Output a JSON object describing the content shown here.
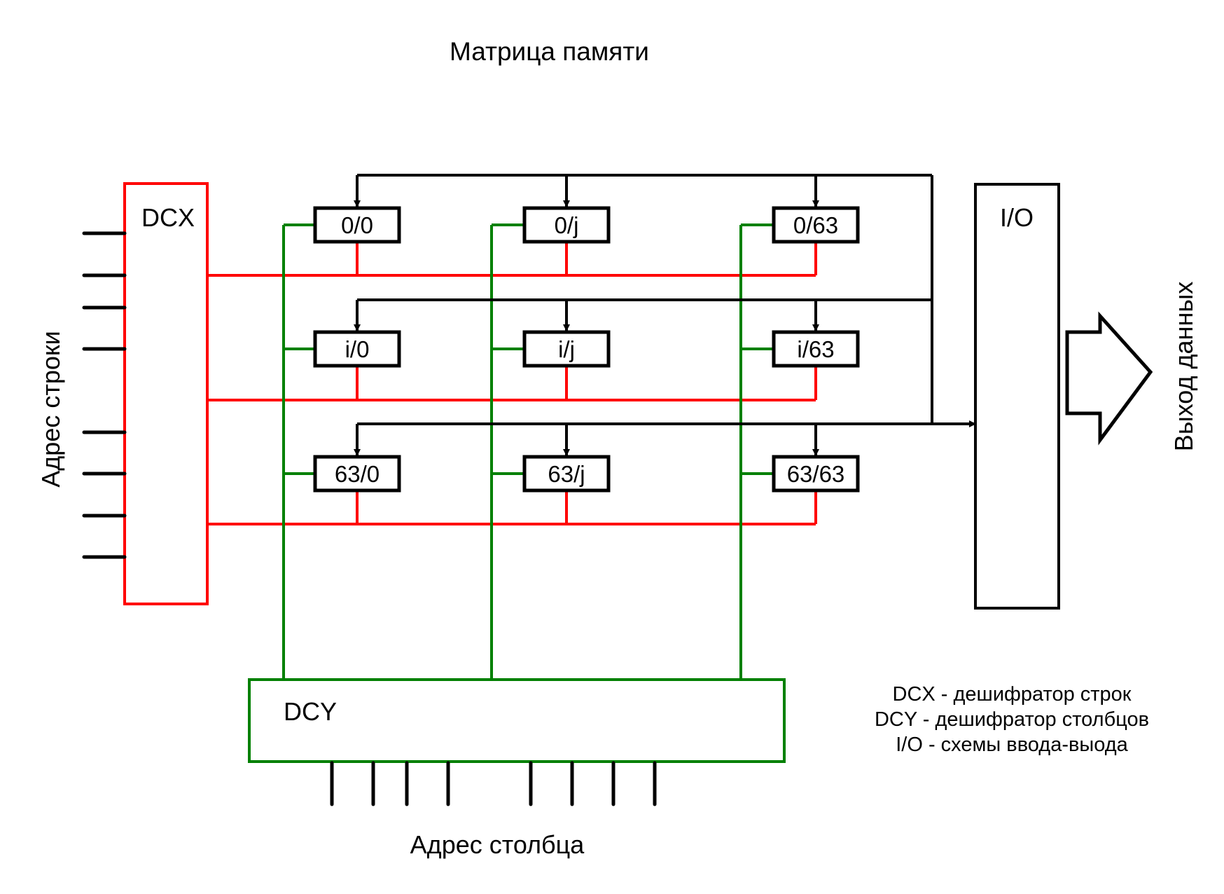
{
  "title": "Матрица памяти",
  "colors": {
    "row_decoder": "#ff0000",
    "column_decoder": "#008000",
    "data_bus": "#000000"
  },
  "dcx": {
    "label": "DCX",
    "input_count": 8
  },
  "dcy": {
    "label": "DCY",
    "input_count": 8
  },
  "io": {
    "label": "I/O"
  },
  "row_address_label": "Адрес строки",
  "column_address_label": "Адрес столбца",
  "data_output_label": "Выход данных",
  "cells": [
    [
      "0/0",
      "0/j",
      "0/63"
    ],
    [
      "i/0",
      "i/j",
      "i/63"
    ],
    [
      "63/0",
      "63/j",
      "63/63"
    ]
  ],
  "legend": [
    "DCX - дешифратор строк",
    "DCY - дешифратор столбцов",
    "I/O - схемы ввода-выода"
  ]
}
